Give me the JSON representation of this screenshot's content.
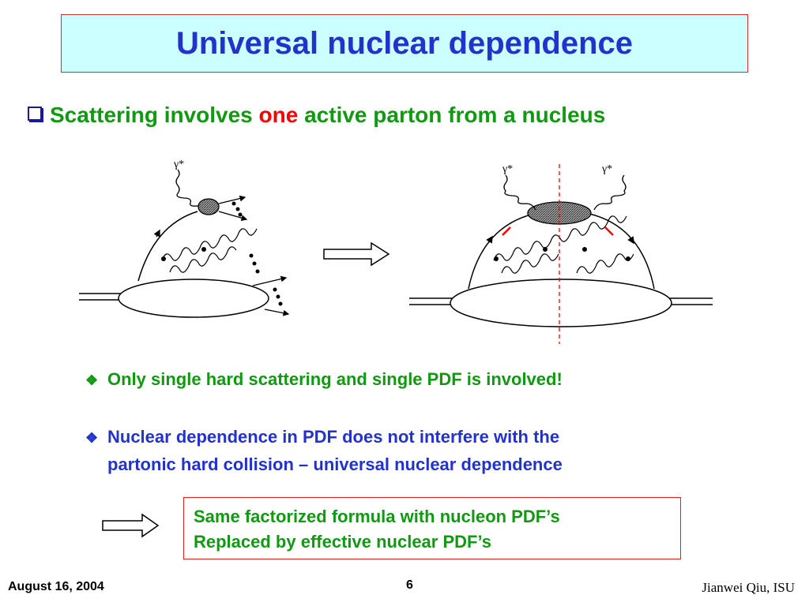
{
  "title": "Universal nuclear dependence",
  "main_bullet": {
    "before": "Scattering involves",
    "highlight": "one",
    "after": "active parton from a nucleus"
  },
  "diagram": {
    "gamma_label": "γ*"
  },
  "sub_bullets": [
    {
      "text": "Only single hard scattering and single PDF is involved!"
    },
    {
      "line1": "Nuclear dependence in PDF does not interfere with the",
      "line2": "partonic hard collision – universal nuclear dependence"
    }
  ],
  "conclusion": {
    "line1": "Same factorized formula with nucleon PDF’s",
    "line2": "Replaced by effective nuclear PDF’s"
  },
  "footer": {
    "date": "August 16, 2004",
    "page": "6",
    "author": "Jianwei Qiu, ISU"
  },
  "colors": {
    "title_text": "#2233cc",
    "title_bg": "#ccffff",
    "green": "#119911",
    "red": "#ff0000",
    "blue": "#2233cc"
  }
}
